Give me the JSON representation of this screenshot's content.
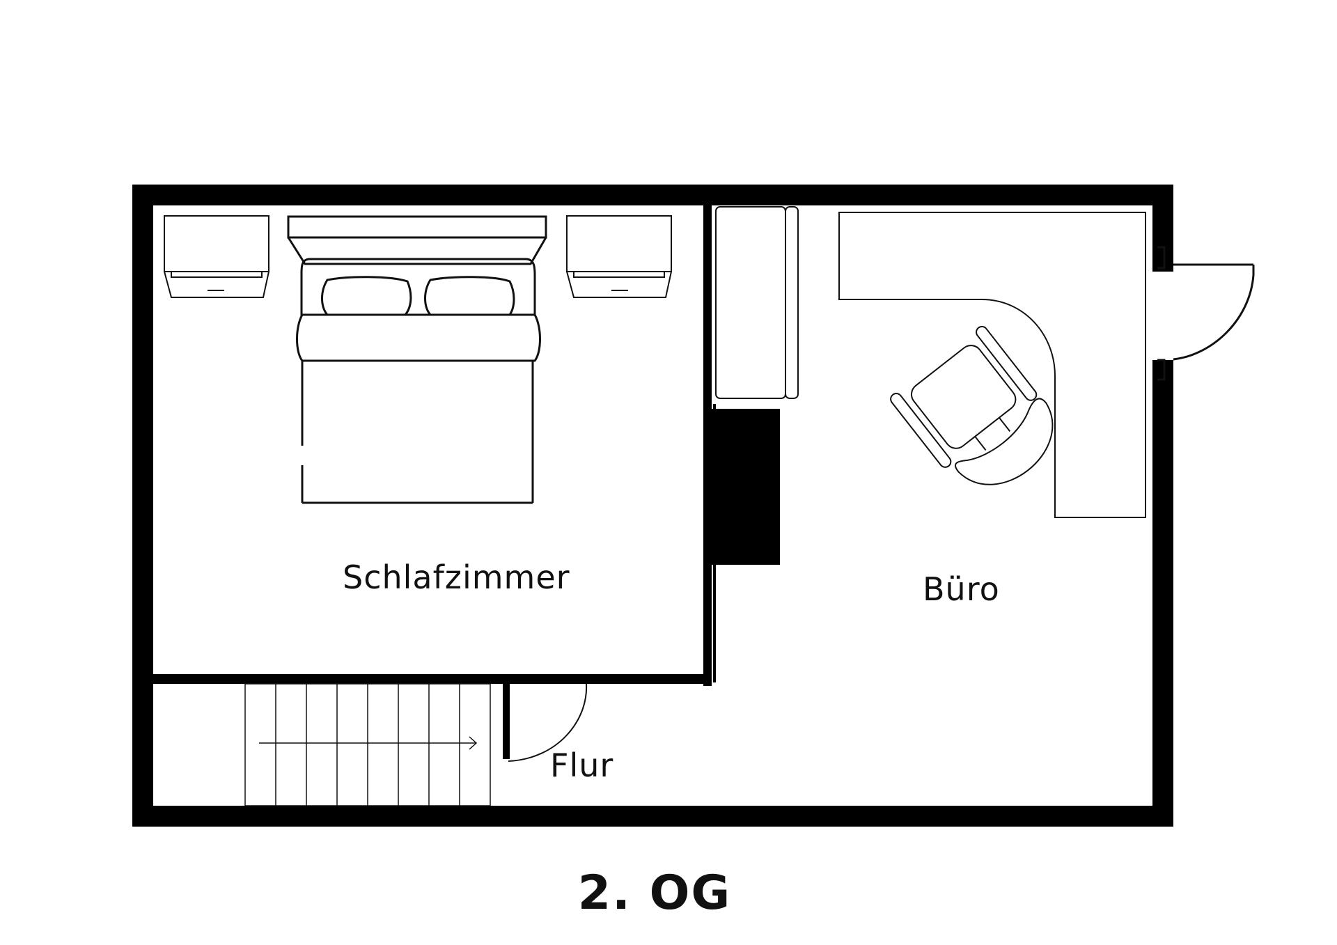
{
  "floor_label": "2. OG",
  "rooms": {
    "bedroom": "Schlafzimmer",
    "office": "Büro",
    "hallway": "Flur"
  },
  "colors": {
    "wall": "#000000",
    "line": "#111111",
    "background": "#ffffff"
  }
}
